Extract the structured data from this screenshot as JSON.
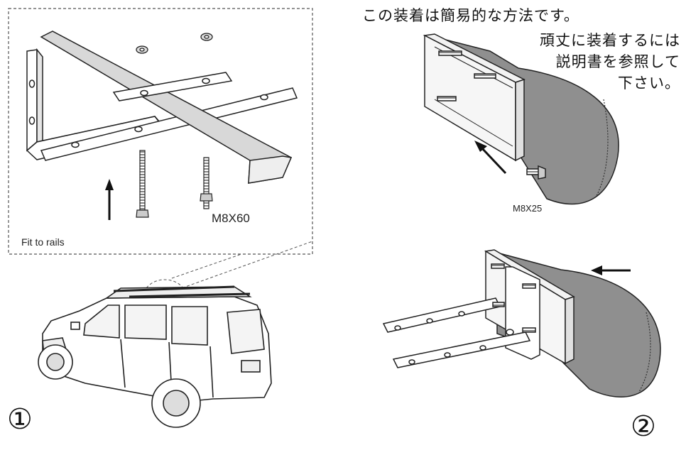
{
  "caption": {
    "text": "この装着は簡易的な方法です。"
  },
  "note": {
    "lines": [
      "頑丈に装着するには",
      "説明書を参照して",
      "下さい。"
    ]
  },
  "labels": {
    "fit_to_rails": "Fit to rails",
    "bolt_long": "M8X60",
    "bolt_short": "M8X25"
  },
  "steps": {
    "one": "①",
    "two": "②"
  },
  "colors": {
    "line": "#222222",
    "awning": "#8f8f8f",
    "bar": "#d8d8d8",
    "rail": "#f2f2f2"
  }
}
